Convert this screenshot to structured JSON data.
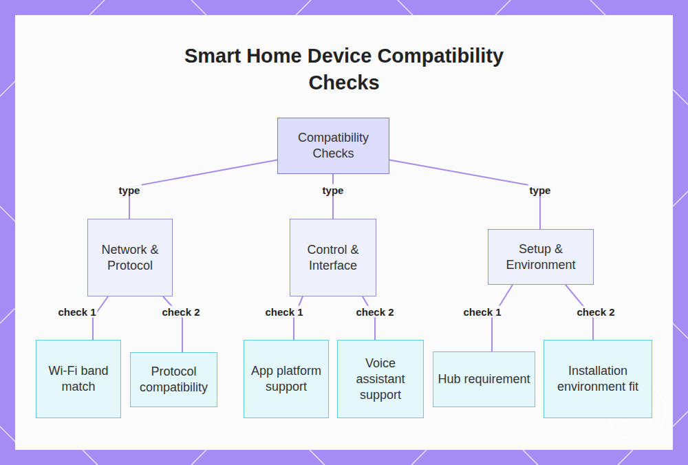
{
  "diagram": {
    "title": "Smart Home Device Compatibility Checks",
    "nodes": [
      {
        "text": [
          "Compatibility Checks"
        ]
      },
      {
        "text": [
          "Network & Protocol"
        ]
      },
      {
        "text": [
          "Control & Interface"
        ]
      },
      {
        "text": [
          "Setup & Environment"
        ]
      },
      {
        "text": [
          "Wi-Fi band match"
        ]
      },
      {
        "text": [
          "Protocol compatibility"
        ]
      },
      {
        "text": [
          "App platform support"
        ]
      },
      {
        "text": [
          "Voice assistant support"
        ]
      },
      {
        "text": [
          "Hub requirement"
        ]
      },
      {
        "text": [
          "Installation environment fit"
        ]
      }
    ],
    "edges": [
      {
        "from": 0,
        "to": 1,
        "label": "type",
        "arrow": "none"
      },
      {
        "from": 0,
        "to": 2,
        "label": "type",
        "arrow": "none"
      },
      {
        "from": 0,
        "to": 3,
        "label": "type",
        "arrow": "none"
      },
      {
        "from": 1,
        "to": 4,
        "label": "check 1",
        "arrow": "none"
      },
      {
        "from": 1,
        "to": 5,
        "label": "check 2",
        "arrow": "none"
      },
      {
        "from": 2,
        "to": 6,
        "label": "check 1",
        "arrow": "none"
      },
      {
        "from": 2,
        "to": 7,
        "label": "check 2",
        "arrow": "none"
      },
      {
        "from": 3,
        "to": 8,
        "label": "check 1",
        "arrow": "none"
      },
      {
        "from": 3,
        "to": 9,
        "label": "check 2",
        "arrow": "none"
      }
    ]
  }
}
